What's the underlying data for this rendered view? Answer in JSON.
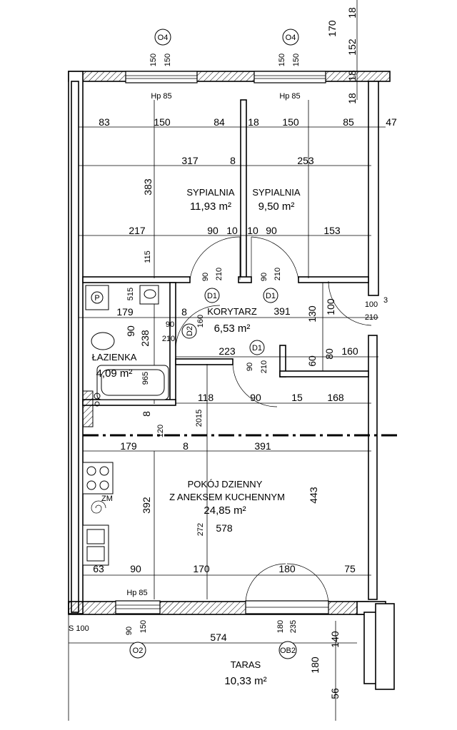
{
  "rooms": {
    "sypialnia1": {
      "name": "SYPIALNIA",
      "area": "11,93 m²"
    },
    "sypialnia2": {
      "name": "SYPIALNIA",
      "area": "9,50 m²"
    },
    "korytarz": {
      "name": "KORYTARZ",
      "area": "6,53 m²",
      "dim": "391"
    },
    "lazienka": {
      "name": "ŁAZIENKA",
      "area": "4,09 m²"
    },
    "pokoj": {
      "name1": "POKÓJ DZIENNY",
      "name2": "Z ANEKSEM KUCHENNYM",
      "area": "24,85 m²"
    },
    "taras": {
      "name": "TARAS",
      "area": "10,33 m²"
    }
  },
  "markers": {
    "o4a": "O4",
    "o4b": "O4",
    "o2": "O2",
    "ob2": "OB2",
    "d1a": "D1",
    "d1b": "D1",
    "d1c": "D1",
    "d2": "D2"
  },
  "sill": {
    "a": "Hp 85",
    "b": "Hp 85",
    "c": "Hp 85"
  },
  "misc": {
    "s100": "S 100",
    "zm": "ZM",
    "p": "P",
    "c3": "3",
    "c100": "100",
    "c210": "210"
  },
  "dims": {
    "top": [
      "170",
      "18",
      "152",
      "18",
      "18"
    ],
    "win": [
      "150",
      "150",
      "150",
      "150"
    ],
    "row1": [
      "83",
      "150",
      "84",
      "18",
      "150",
      "85",
      "47"
    ],
    "row2": [
      "317",
      "8",
      "253"
    ],
    "row3": [
      "217",
      "90",
      "10",
      "10",
      "90",
      "153"
    ],
    "v383": "383",
    "v115": "115",
    "door": [
      "90",
      "210",
      "90",
      "210"
    ],
    "row4": [
      "179",
      "8"
    ],
    "lv": [
      "515",
      "90",
      "238",
      "160",
      "130",
      "100"
    ],
    "d2": [
      "90",
      "210"
    ],
    "row5": [
      "223",
      "80",
      "160"
    ],
    "d1c": [
      "90",
      "210"
    ],
    "v965": "965",
    "v60": "60",
    "row6": [
      "118",
      "90",
      "15",
      "168"
    ],
    "v2015": "2015",
    "v120": "120",
    "v8": "8",
    "row7": [
      "179",
      "8",
      "391"
    ],
    "v392": "392",
    "v443": "443",
    "v272": "272",
    "v578": "578",
    "row8": [
      "63",
      "90",
      "170",
      "180",
      "75"
    ],
    "bottom": [
      "90",
      "150",
      "574",
      "180",
      "235"
    ],
    "right": [
      "140",
      "180",
      "56"
    ]
  }
}
